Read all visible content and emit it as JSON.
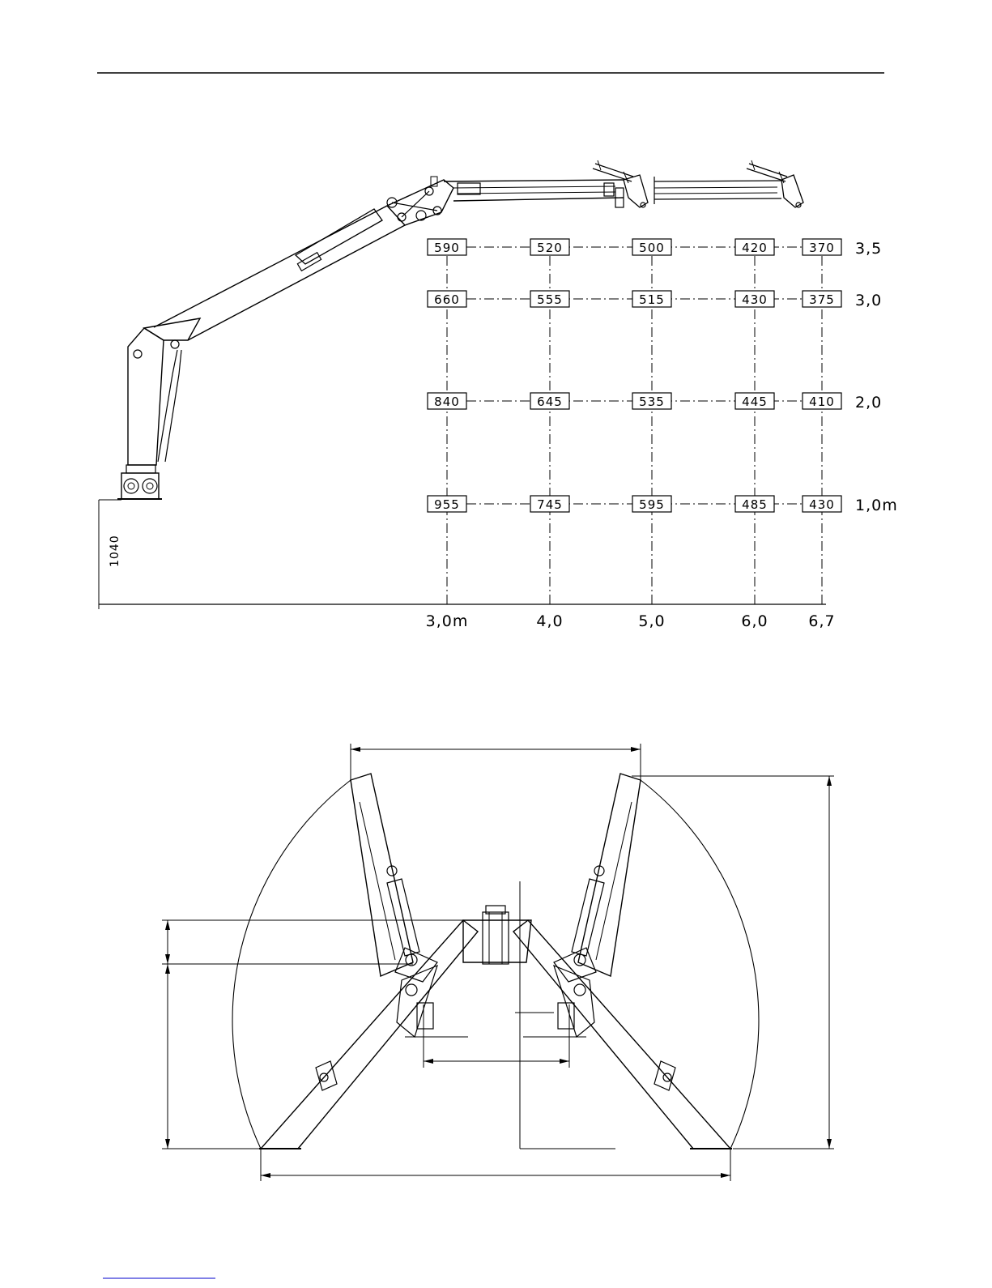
{
  "load_chart": {
    "base_height_dim": "1040",
    "x_axis_labels": [
      "3,0m",
      "4,0",
      "5,0",
      "6,0",
      "6,7"
    ],
    "rows": [
      {
        "height_label": "3,5",
        "values": [
          "590",
          "520",
          "500",
          "420",
          "370"
        ]
      },
      {
        "height_label": "3,0",
        "values": [
          "660",
          "555",
          "515",
          "430",
          "375"
        ]
      },
      {
        "height_label": "2,0",
        "values": [
          "840",
          "645",
          "535",
          "445",
          "410"
        ]
      },
      {
        "height_label": "1,0m",
        "values": [
          "955",
          "745",
          "595",
          "485",
          "430"
        ]
      }
    ]
  },
  "stabilizer_view": {}
}
